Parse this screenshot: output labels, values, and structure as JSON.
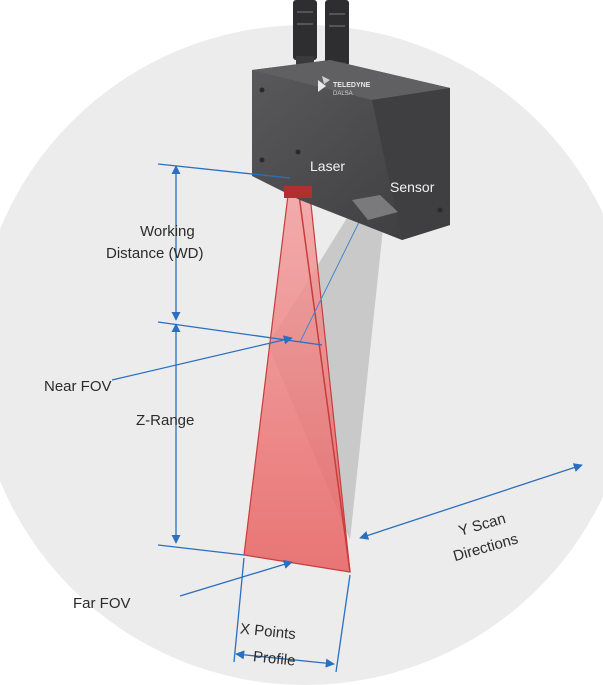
{
  "colors": {
    "background_disc": "#ececec",
    "laser_beam": "#ef6b6b",
    "sensor_view": "#bdbdbd",
    "dimension_lines": "#2a6fc0",
    "device_body": "#4b4b4d",
    "label_text": "#2b2b2b"
  },
  "device": {
    "brand": "TELEDYNE",
    "brand_sub": "DALSA",
    "laser_label": "Laser",
    "sensor_label": "Sensor"
  },
  "labels": {
    "working_distance_line1": "Working",
    "working_distance_line2": "Distance (WD)",
    "near_fov": "Near FOV",
    "z_range": "Z-Range",
    "far_fov": "Far FOV",
    "y_scan_line1": "Y Scan",
    "y_scan_line2": "Directions",
    "x_points_line1": "X Points",
    "x_points_line2": "Profile"
  }
}
